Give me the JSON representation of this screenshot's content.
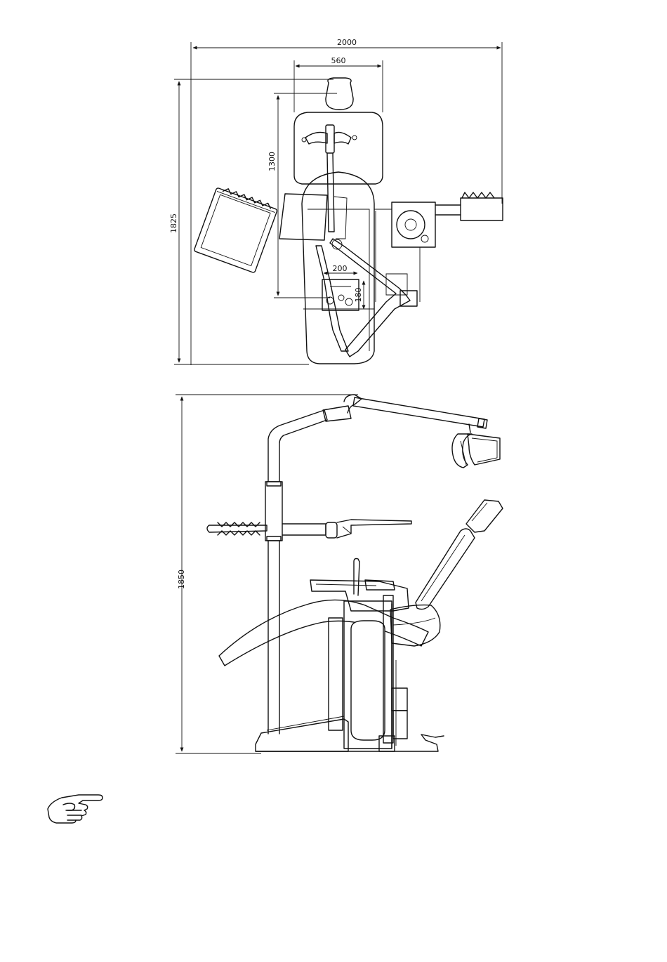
{
  "top_view": {
    "dim_total_width": "2000",
    "dim_seat_width": "560",
    "dim_total_length": "1825",
    "dim_backrest_length": "1300",
    "dim_box_width": "200",
    "dim_box_height": "180"
  },
  "side_view": {
    "dim_total_height": "1850"
  },
  "icons": {
    "note": "pointing-hand-icon"
  }
}
